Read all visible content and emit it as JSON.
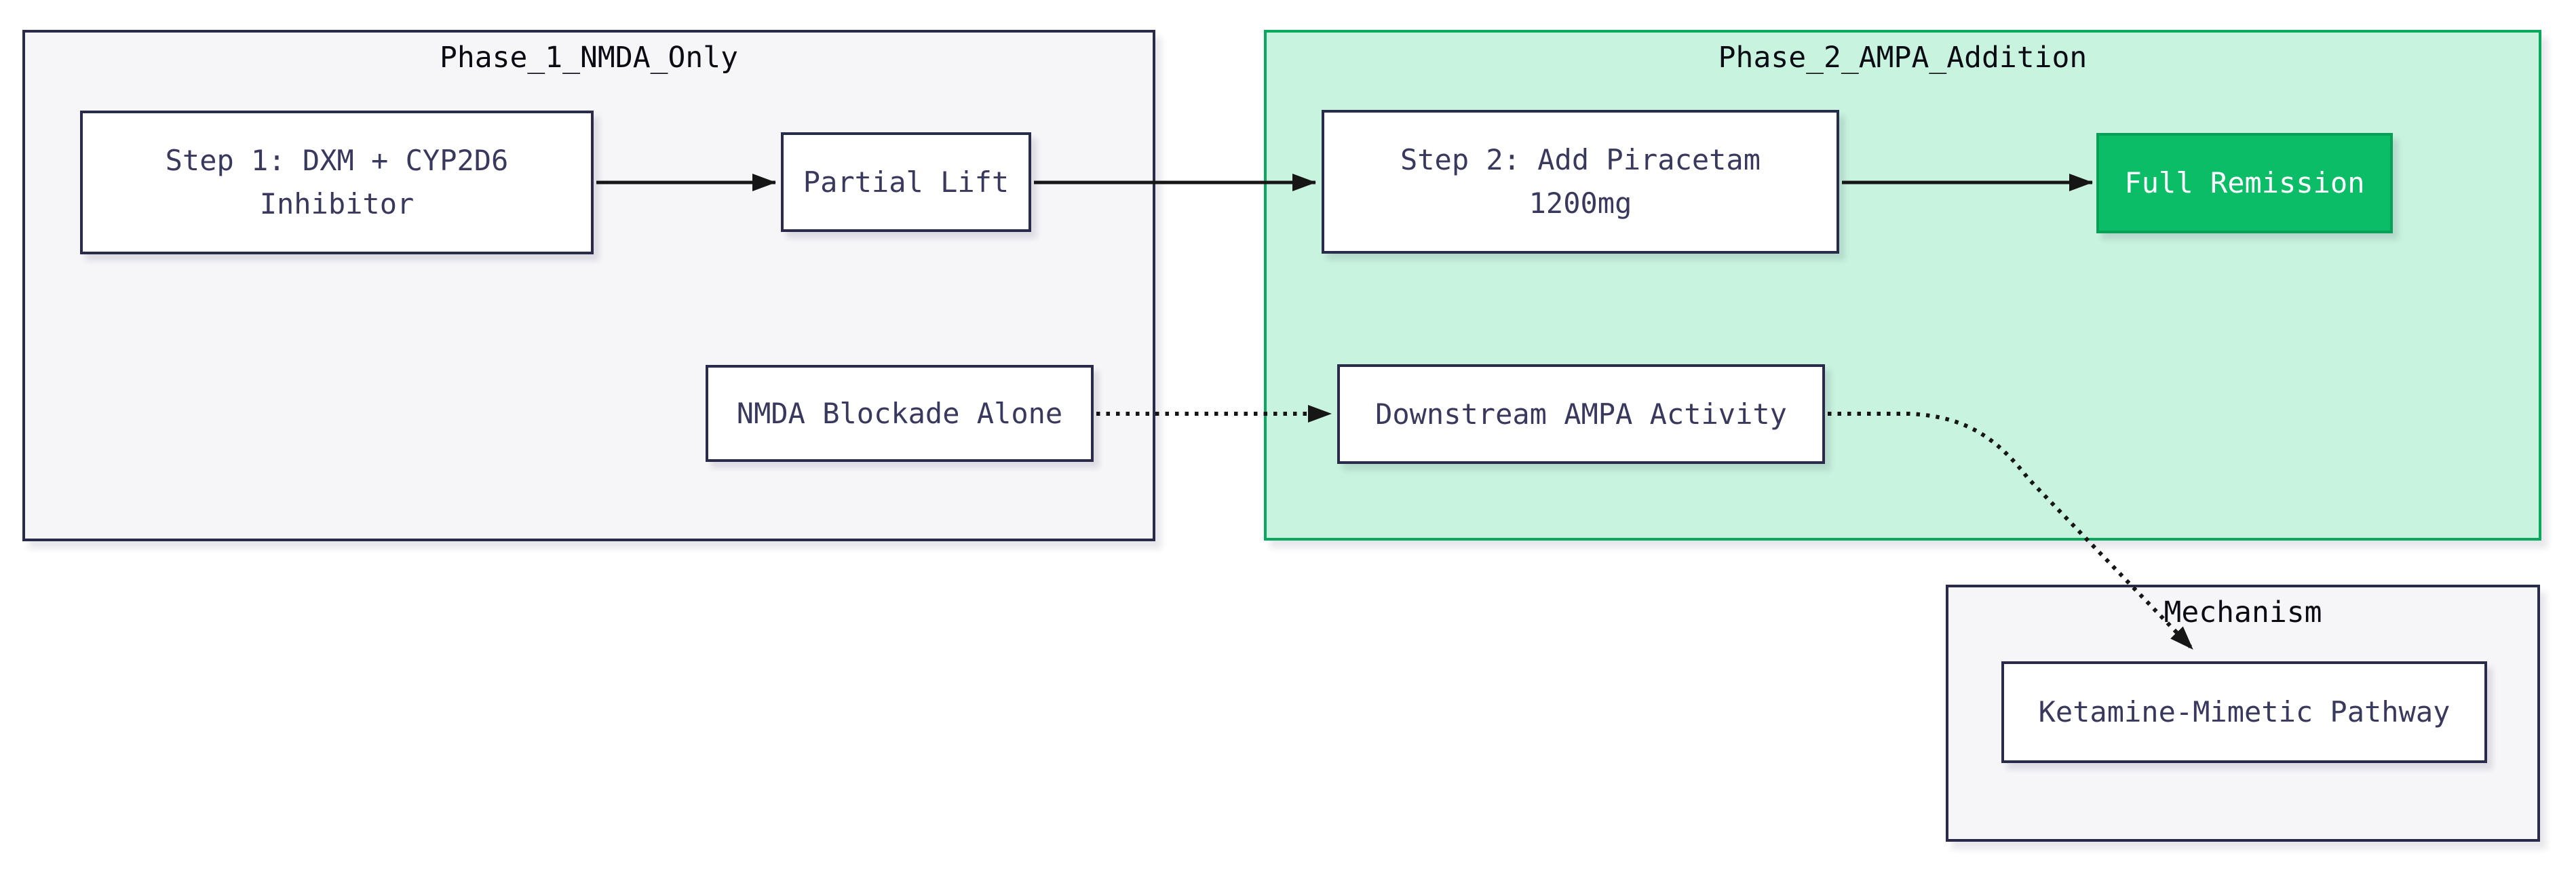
{
  "diagram": {
    "type": "flowchart",
    "subgraphs": {
      "phase1": {
        "title": "Phase_1_NMDA_Only"
      },
      "phase2": {
        "title": "Phase_2_AMPA_Addition"
      },
      "mechanism": {
        "title": "Mechanism"
      }
    },
    "nodes": {
      "step1": {
        "label": "Step 1: DXM + CYP2D6",
        "label2": "Inhibitor",
        "subgraph": "Phase_1_NMDA_Only"
      },
      "partial_lift": {
        "label": "Partial Lift",
        "subgraph": "Phase_1_NMDA_Only"
      },
      "nmda_blockade": {
        "label": "NMDA Blockade Alone",
        "subgraph": "Phase_1_NMDA_Only"
      },
      "step2": {
        "label": "Step 2: Add Piracetam",
        "label2": "1200mg",
        "subgraph": "Phase_2_AMPA_Addition"
      },
      "full_remission": {
        "label": "Full Remission",
        "subgraph": "Phase_2_AMPA_Addition"
      },
      "downstream_ampa": {
        "label": "Downstream AMPA Activity",
        "subgraph": "Phase_2_AMPA_Addition"
      },
      "ketamine_pathway": {
        "label": "Ketamine-Mimetic Pathway",
        "subgraph": "Mechanism"
      }
    },
    "edges": [
      {
        "from": "Step 1: DXM + CYP2D6 Inhibitor",
        "to": "Partial Lift",
        "style": "solid"
      },
      {
        "from": "Partial Lift",
        "to": "Step 2: Add Piracetam 1200mg",
        "style": "solid"
      },
      {
        "from": "Step 2: Add Piracetam 1200mg",
        "to": "Full Remission",
        "style": "solid"
      },
      {
        "from": "NMDA Blockade Alone",
        "to": "Downstream AMPA Activity",
        "style": "dotted"
      },
      {
        "from": "Downstream AMPA Activity",
        "to": "Ketamine-Mimetic Pathway",
        "style": "dotted"
      }
    ],
    "colors": {
      "background": "#ffffff",
      "subgraph_fill": "#f6f6f9",
      "subgraph_border": "#2a2a4a",
      "phase2_fill": "#c8f3de",
      "phase2_border": "#0aa85c",
      "node_fill": "#ffffff",
      "node_border": "#2a2a4a",
      "node_text": "#39395e",
      "success_fill": "#0bbd66",
      "success_border": "#0a9f56",
      "success_text": "#ffffff",
      "edge": "#161616"
    }
  }
}
